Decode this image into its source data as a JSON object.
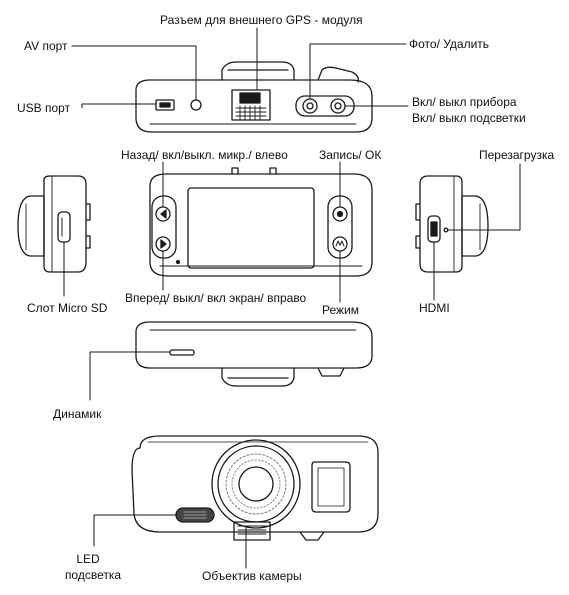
{
  "labels": {
    "gps_port": "Разъем для внешнего GPS - модуля",
    "av_port": "AV  порт",
    "photo_delete": "Фото/ Удалить",
    "usb_port": "USB порт",
    "power_on_off": "Вкл/ выкл прибора",
    "backlight_on_off": "Вкл/ выкл подсветки",
    "back_mic_left": "Назад/ вкл/выкл. микр./ влево",
    "record_ok": "Запись/ ОК",
    "reset": "Перезагрузка",
    "forward_screen_right": "Вперед/ выкл/ вкл экран/ вправо",
    "micro_sd_slot": "Слот Micro SD",
    "mode": "Режим",
    "hdmi": "HDMI",
    "speaker": "Динамик",
    "led_line1": "LED",
    "led_line2": "подсветка",
    "camera_lens": "Объектив камеры"
  }
}
